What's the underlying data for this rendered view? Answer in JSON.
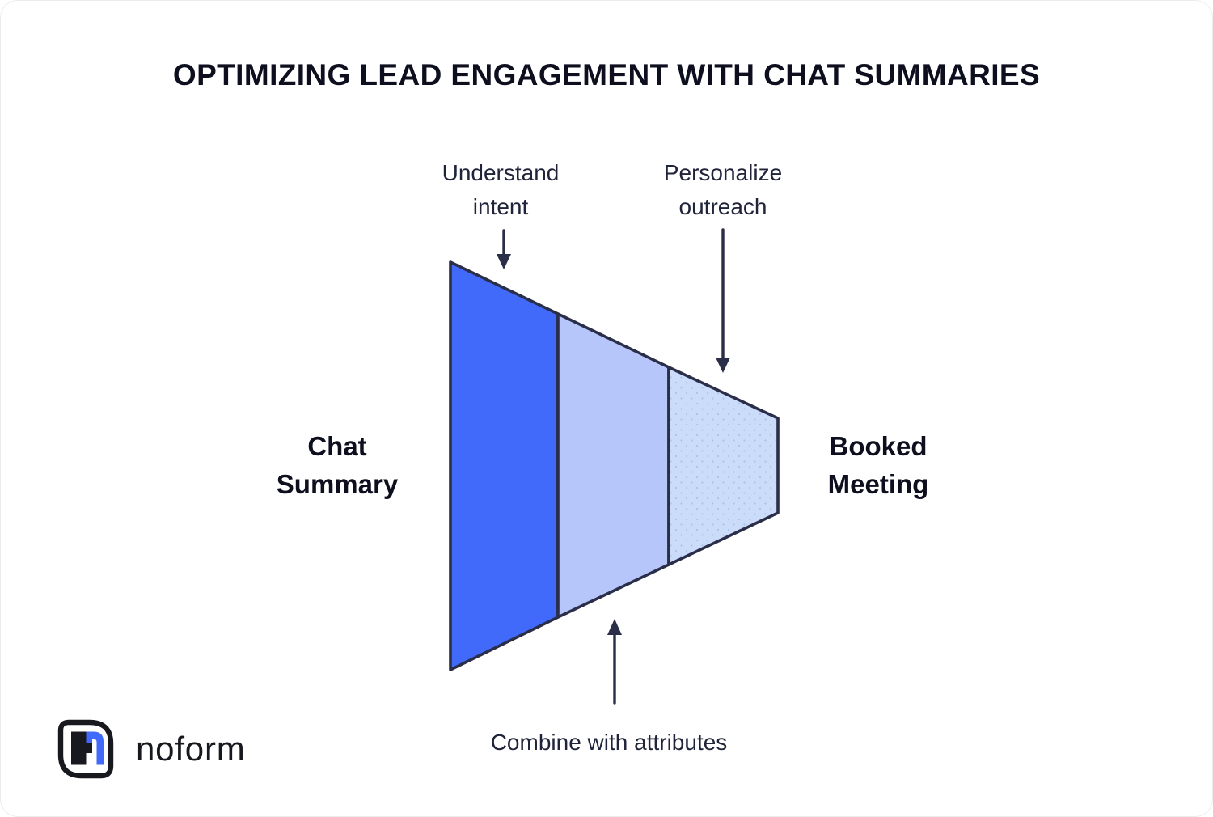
{
  "title": "OPTIMIZING LEAD ENGAGEMENT WITH CHAT SUMMARIES",
  "funnel": {
    "input_label": {
      "line1": "Chat",
      "line2": "Summary"
    },
    "output_label": {
      "line1": "Booked",
      "line2": "Meeting"
    },
    "stages": [
      {
        "name": "stage-1",
        "color": "#4169FA"
      },
      {
        "name": "stage-2",
        "color": "#B7C6FA"
      },
      {
        "name": "stage-3",
        "color": "#CBDCFA"
      }
    ],
    "outline_color": "#2A2E48"
  },
  "annotations": {
    "understand_intent": {
      "line1": "Understand",
      "line2": "intent"
    },
    "personalize_outreach": {
      "line1": "Personalize",
      "line2": "outreach"
    },
    "combine_with_attributes": "Combine with attributes",
    "arrow_color": "#2A2E48"
  },
  "logo": {
    "brand": "noform",
    "mark_black": "#17191F",
    "mark_blue": "#4169FA"
  },
  "colors": {
    "background": "#FFFFFF",
    "heading_text": "#0D0F1E",
    "note_text": "#20243A",
    "stage3_dots": "#AEC2E6"
  }
}
